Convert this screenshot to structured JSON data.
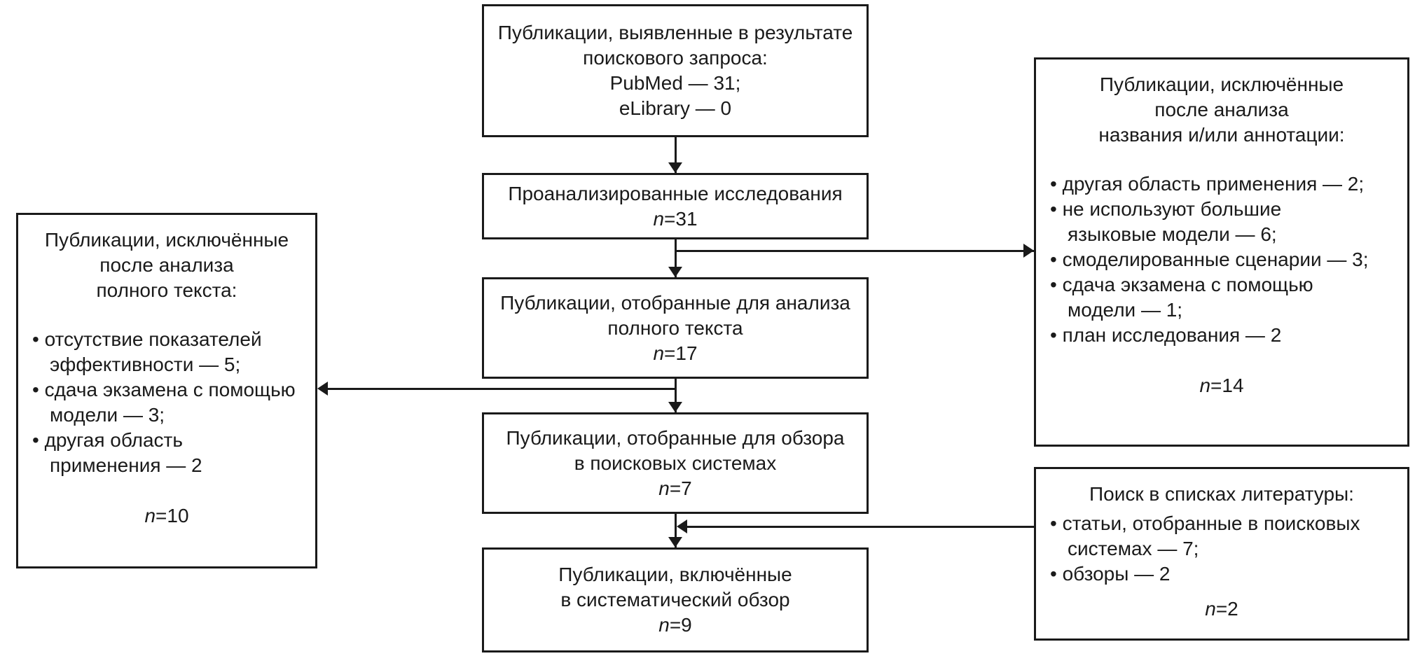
{
  "meta": {
    "background_color": "#ffffff",
    "line_color": "#1a1a1a",
    "text_color": "#1a1a1a"
  },
  "center_boxes": [
    {
      "name": "identified",
      "lines": [
        "Публикации, выявленные в результате",
        "поискового запроса:",
        "PubMed — 31;",
        "eLibrary — 0"
      ]
    },
    {
      "name": "analyzed",
      "lines": [
        "Проанализированные исследования"
      ],
      "n_var": "n",
      "n_rest": "=31"
    },
    {
      "name": "fulltext_selected",
      "lines": [
        "Публикации, отобранные для анализа",
        "полного текста"
      ],
      "n_var": "n",
      "n_rest": "=17"
    },
    {
      "name": "search_review_selected",
      "lines": [
        "Публикации, отобранные для обзора",
        "в поисковых системах"
      ],
      "n_var": "n",
      "n_rest": "=7"
    },
    {
      "name": "included",
      "lines": [
        "Публикации, включённые",
        "в систематический обзор"
      ],
      "n_var": "n",
      "n_rest": "=9"
    }
  ],
  "left_box": {
    "title_lines": [
      "Публикации, исключённые",
      "после анализа",
      "полного текста:"
    ],
    "items": [
      "• отсутствие показателей",
      "эффективности — 5;",
      "• сдача экзамена с помощью",
      "модели — 3;",
      "• другая область",
      "применения — 2"
    ],
    "n_var": "n",
    "n_rest": "=10"
  },
  "right_top_box": {
    "title_lines": [
      "Публикации, исключённые",
      "после анализа",
      "названия и/или аннотации:"
    ],
    "items": [
      "• другая область применения — 2;",
      "• не используют большие",
      "языковые модели — 6;",
      "• смоделированные сценарии — 3;",
      "• сдача экзамена с помощью",
      "модели — 1;",
      "• план исследования — 2"
    ],
    "n_var": "n",
    "n_rest": "=14"
  },
  "right_bottom_box": {
    "title_lines": [
      "Поиск в списках литературы:"
    ],
    "items": [
      "• статьи, отобранные в поисковых",
      "системах — 7;",
      "• обзоры — 2"
    ],
    "n_var": "n",
    "n_rest": "=2"
  }
}
